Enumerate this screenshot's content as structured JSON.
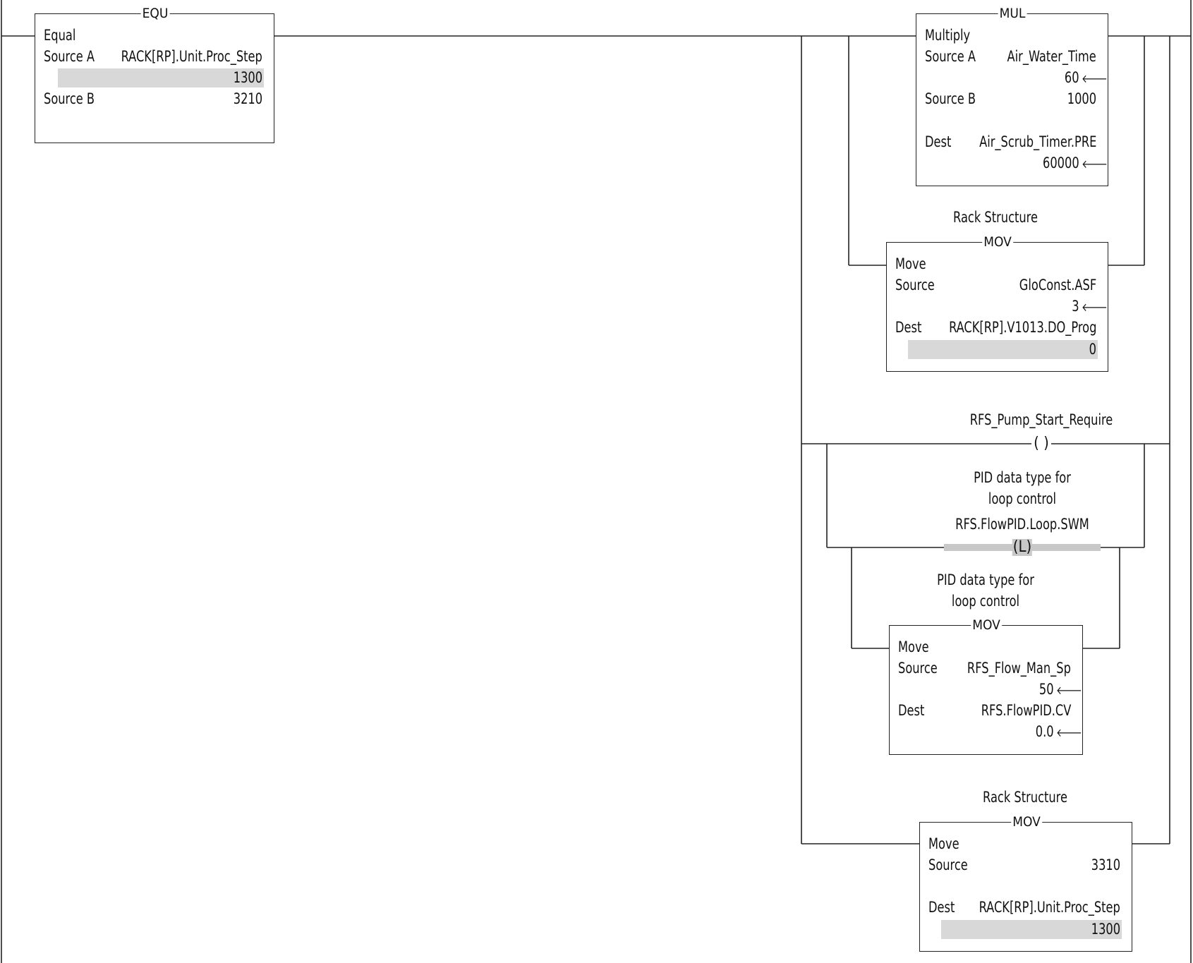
{
  "equ": {
    "mnemonic": "EQU",
    "name": "Equal",
    "source_a_label": "Source A",
    "source_a_tag": "RACK[RP].Unit.Proc_Step",
    "source_a_value": "1300",
    "source_b_label": "Source B",
    "source_b_value": "3210"
  },
  "mul": {
    "mnemonic": "MUL",
    "name": "Multiply",
    "source_a_label": "Source A",
    "source_a_tag": "Air_Water_Time",
    "source_a_value": "60",
    "source_b_label": "Source B",
    "source_b_value": "1000",
    "dest_label": "Dest",
    "dest_tag": "Air_Scrub_Timer.PRE",
    "dest_value": "60000"
  },
  "mov1": {
    "comment": "Rack Structure",
    "mnemonic": "MOV",
    "name": "Move",
    "source_label": "Source",
    "source_tag": "GloConst.ASF",
    "source_value": "3",
    "dest_label": "Dest",
    "dest_tag": "RACK[RP].V1013.DO_Prog",
    "dest_value": "0"
  },
  "ote": {
    "tag": "RFS_Pump_Start_Require",
    "symbol": "( )"
  },
  "otl": {
    "comment_line1": "PID data type for",
    "comment_line2": "loop control",
    "tag": "RFS.FlowPID.Loop.SWM",
    "symbol": "(L)"
  },
  "mov2": {
    "comment_line1": "PID data type for",
    "comment_line2": "loop control",
    "mnemonic": "MOV",
    "name": "Move",
    "source_label": "Source",
    "source_tag": "RFS_Flow_Man_Sp",
    "source_value": "50",
    "dest_label": "Dest",
    "dest_tag": "RFS.FlowPID.CV",
    "dest_value": "0.0"
  },
  "mov3": {
    "comment": "Rack Structure",
    "mnemonic": "MOV",
    "name": "Move",
    "source_label": "Source",
    "source_value": "3310",
    "dest_label": "Dest",
    "dest_tag": "RACK[RP].Unit.Proc_Step",
    "dest_value": "1300"
  },
  "arrow_glyph": "🡐"
}
